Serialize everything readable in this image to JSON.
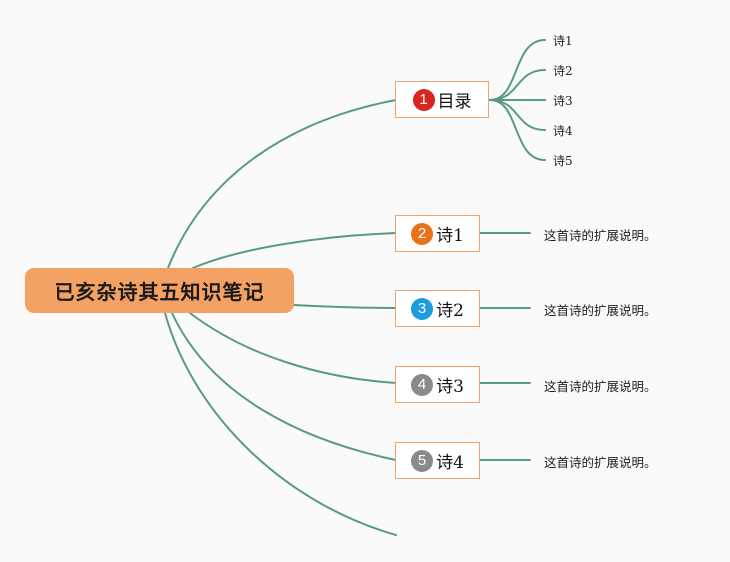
{
  "mindmap": {
    "root": "已亥杂诗其五知识笔记",
    "branches": [
      {
        "num": "1",
        "label": "目录",
        "badge_color": "#d9251d"
      },
      {
        "num": "2",
        "label": "诗1",
        "badge_color": "#e8711c"
      },
      {
        "num": "3",
        "label": "诗2",
        "badge_color": "#1d9be0"
      },
      {
        "num": "4",
        "label": "诗3",
        "badge_color": "#8a8a8a"
      },
      {
        "num": "5",
        "label": "诗4",
        "badge_color": "#8a8a8a"
      }
    ],
    "toc_items": [
      "诗1",
      "诗2",
      "诗3",
      "诗4",
      "诗5"
    ],
    "descriptions": [
      "这首诗的扩展说明。",
      "这首诗的扩展说明。",
      "这首诗的扩展说明。",
      "这首诗的扩展说明。"
    ],
    "colors": {
      "line": "#5a9a82",
      "node_border": "#f0a46a",
      "root_fill": "#f4a164"
    }
  }
}
